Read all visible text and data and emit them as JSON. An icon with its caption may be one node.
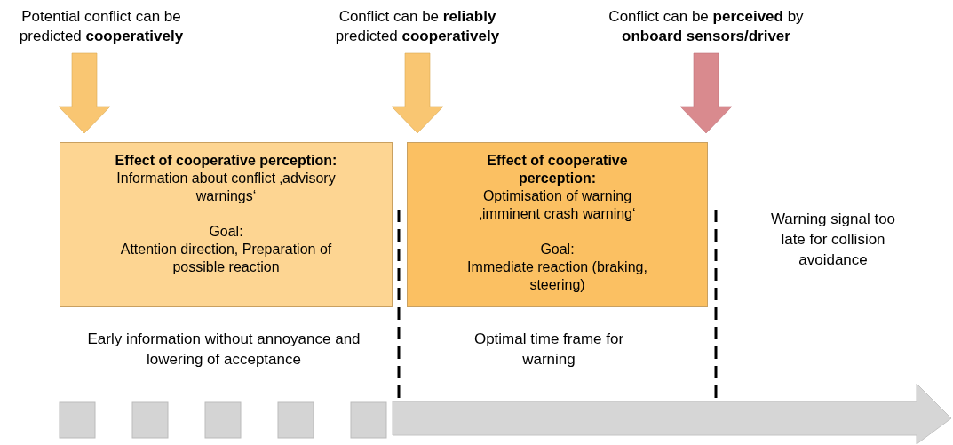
{
  "diagram": {
    "nodes": [
      {
        "text": [
          "Potential conflict can be predicted **cooperatively**"
        ]
      },
      {
        "text": [
          "Conflict can be **reliably** predicted **cooperatively**"
        ]
      },
      {
        "text": [
          "Conflict can be **perceived** by **onboard sensors/driver**"
        ]
      },
      {
        "text": [
          "Effect of cooperative perception:",
          "Information about conflict ‚advisory warnings‘",
          "Goal:",
          "Attention direction, Preparation of possible reaction"
        ]
      },
      {
        "text": [
          "Effect of cooperative perception:",
          "Optimisation of warning ‚imminent crash warning‘",
          "Goal:",
          "Immediate reaction (braking, steering)"
        ]
      }
    ],
    "edges": [
      {
        "from": 0,
        "to": 3,
        "arrow": "to",
        "style": "thick"
      },
      {
        "from": 1,
        "to": null,
        "arrow": "to",
        "style": "thick"
      },
      {
        "from": 2,
        "to": null,
        "arrow": "to",
        "style": "thick",
        "color": "#d98a8e"
      }
    ],
    "labels": [
      "Early information without annoyance and lowering of acceptance",
      "Optimal time frame for warning",
      "Warning signal too late for collision avoidance"
    ]
  }
}
